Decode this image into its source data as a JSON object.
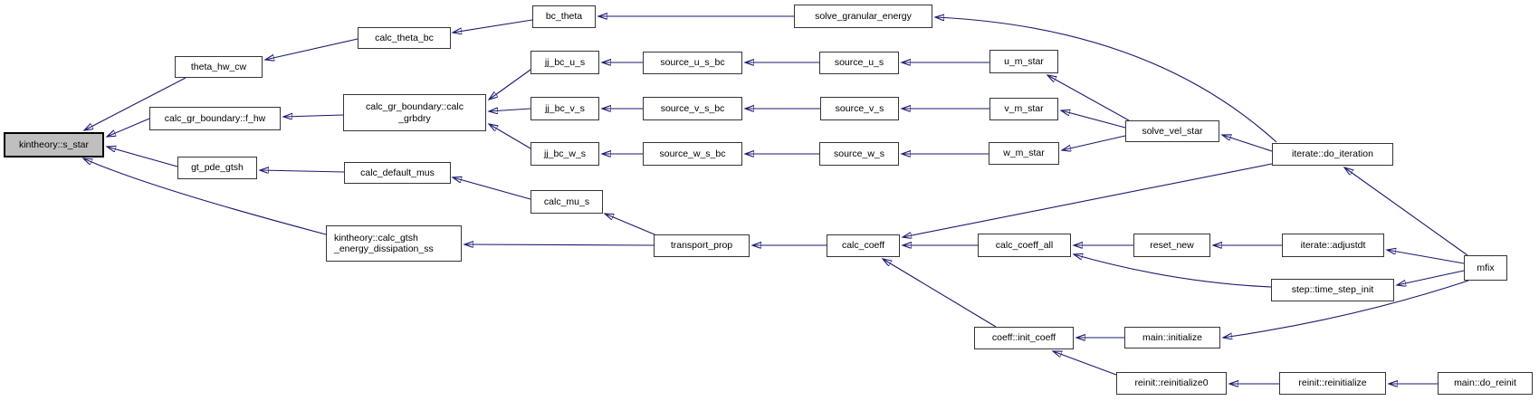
{
  "graph": {
    "kind": "doxygen-caller-graph",
    "colors": {
      "edge": "#191970",
      "node_border": "#353535",
      "node_fill": "#ffffff",
      "current_node_fill": "#bfbfbf",
      "current_node_border": "#000000",
      "background": "#ffffff"
    },
    "nodes": [
      {
        "id": "s_star",
        "label": "kintheory::s_star",
        "current": true
      },
      {
        "id": "theta_hw_cw",
        "label": "theta_hw_cw"
      },
      {
        "id": "f_hw",
        "label": "calc_gr_boundary::f_hw"
      },
      {
        "id": "gt_pde_gtsh",
        "label": "gt_pde_gtsh"
      },
      {
        "id": "calc_theta_bc",
        "label": "calc_theta_bc"
      },
      {
        "id": "calc_grbdry",
        "label": "calc_gr_boundary::calc\n_grbdry"
      },
      {
        "id": "calc_default_mus",
        "label": "calc_default_mus"
      },
      {
        "id": "calc_gtsh_energy_dissipation_ss",
        "label": "kintheory::calc_gtsh\n_energy_dissipation_ss"
      },
      {
        "id": "bc_theta",
        "label": "bc_theta"
      },
      {
        "id": "jj_bc_u_s",
        "label": "jj_bc_u_s"
      },
      {
        "id": "jj_bc_v_s",
        "label": "jj_bc_v_s"
      },
      {
        "id": "jj_bc_w_s",
        "label": "jj_bc_w_s"
      },
      {
        "id": "calc_mu_s",
        "label": "calc_mu_s"
      },
      {
        "id": "source_u_s_bc",
        "label": "source_u_s_bc"
      },
      {
        "id": "source_v_s_bc",
        "label": "source_v_s_bc"
      },
      {
        "id": "source_w_s_bc",
        "label": "source_w_s_bc"
      },
      {
        "id": "source_u_s",
        "label": "source_u_s"
      },
      {
        "id": "source_v_s",
        "label": "source_v_s"
      },
      {
        "id": "source_w_s",
        "label": "source_w_s"
      },
      {
        "id": "solve_granular_energy",
        "label": "solve_granular_energy"
      },
      {
        "id": "transport_prop",
        "label": "transport_prop"
      },
      {
        "id": "calc_coeff",
        "label": "calc_coeff"
      },
      {
        "id": "u_m_star",
        "label": "u_m_star"
      },
      {
        "id": "v_m_star",
        "label": "v_m_star"
      },
      {
        "id": "w_m_star",
        "label": "w_m_star"
      },
      {
        "id": "solve_vel_star",
        "label": "solve_vel_star"
      },
      {
        "id": "do_iteration",
        "label": "iterate::do_iteration"
      },
      {
        "id": "calc_coeff_all",
        "label": "calc_coeff_all"
      },
      {
        "id": "reset_new",
        "label": "reset_new"
      },
      {
        "id": "adjustdt",
        "label": "iterate::adjustdt"
      },
      {
        "id": "mfix",
        "label": "mfix"
      },
      {
        "id": "time_step_init",
        "label": "step::time_step_init"
      },
      {
        "id": "init_coeff",
        "label": "coeff::init_coeff"
      },
      {
        "id": "initialize",
        "label": "main::initialize"
      },
      {
        "id": "reinitialize0",
        "label": "reinit::reinitialize0"
      },
      {
        "id": "reinitialize",
        "label": "reinit::reinitialize"
      },
      {
        "id": "do_reinit",
        "label": "main::do_reinit"
      }
    ],
    "edges": [
      {
        "from": "theta_hw_cw",
        "to": "s_star"
      },
      {
        "from": "f_hw",
        "to": "s_star"
      },
      {
        "from": "gt_pde_gtsh",
        "to": "s_star"
      },
      {
        "from": "calc_gtsh_energy_dissipation_ss",
        "to": "s_star"
      },
      {
        "from": "calc_theta_bc",
        "to": "theta_hw_cw"
      },
      {
        "from": "bc_theta",
        "to": "calc_theta_bc"
      },
      {
        "from": "solve_granular_energy",
        "to": "bc_theta"
      },
      {
        "from": "do_iteration",
        "to": "solve_granular_energy"
      },
      {
        "from": "calc_grbdry",
        "to": "f_hw"
      },
      {
        "from": "jj_bc_u_s",
        "to": "calc_grbdry"
      },
      {
        "from": "jj_bc_v_s",
        "to": "calc_grbdry"
      },
      {
        "from": "jj_bc_w_s",
        "to": "calc_grbdry"
      },
      {
        "from": "source_u_s_bc",
        "to": "jj_bc_u_s"
      },
      {
        "from": "source_v_s_bc",
        "to": "jj_bc_v_s"
      },
      {
        "from": "source_w_s_bc",
        "to": "jj_bc_w_s"
      },
      {
        "from": "source_u_s",
        "to": "source_u_s_bc"
      },
      {
        "from": "source_v_s",
        "to": "source_v_s_bc"
      },
      {
        "from": "source_w_s",
        "to": "source_w_s_bc"
      },
      {
        "from": "u_m_star",
        "to": "source_u_s"
      },
      {
        "from": "v_m_star",
        "to": "source_v_s"
      },
      {
        "from": "w_m_star",
        "to": "source_w_s"
      },
      {
        "from": "solve_vel_star",
        "to": "u_m_star"
      },
      {
        "from": "solve_vel_star",
        "to": "v_m_star"
      },
      {
        "from": "solve_vel_star",
        "to": "w_m_star"
      },
      {
        "from": "do_iteration",
        "to": "solve_vel_star"
      },
      {
        "from": "mfix",
        "to": "do_iteration"
      },
      {
        "from": "calc_default_mus",
        "to": "gt_pde_gtsh"
      },
      {
        "from": "calc_mu_s",
        "to": "calc_default_mus"
      },
      {
        "from": "transport_prop",
        "to": "calc_mu_s"
      },
      {
        "from": "transport_prop",
        "to": "calc_gtsh_energy_dissipation_ss"
      },
      {
        "from": "calc_coeff",
        "to": "transport_prop"
      },
      {
        "from": "calc_coeff_all",
        "to": "calc_coeff"
      },
      {
        "from": "do_iteration",
        "to": "calc_coeff"
      },
      {
        "from": "init_coeff",
        "to": "calc_coeff"
      },
      {
        "from": "reset_new",
        "to": "calc_coeff_all"
      },
      {
        "from": "time_step_init",
        "to": "calc_coeff_all"
      },
      {
        "from": "adjustdt",
        "to": "reset_new"
      },
      {
        "from": "mfix",
        "to": "adjustdt"
      },
      {
        "from": "mfix",
        "to": "time_step_init"
      },
      {
        "from": "mfix",
        "to": "initialize"
      },
      {
        "from": "initialize",
        "to": "init_coeff"
      },
      {
        "from": "reinitialize0",
        "to": "init_coeff"
      },
      {
        "from": "reinitialize",
        "to": "reinitialize0"
      },
      {
        "from": "do_reinit",
        "to": "reinitialize"
      }
    ]
  }
}
